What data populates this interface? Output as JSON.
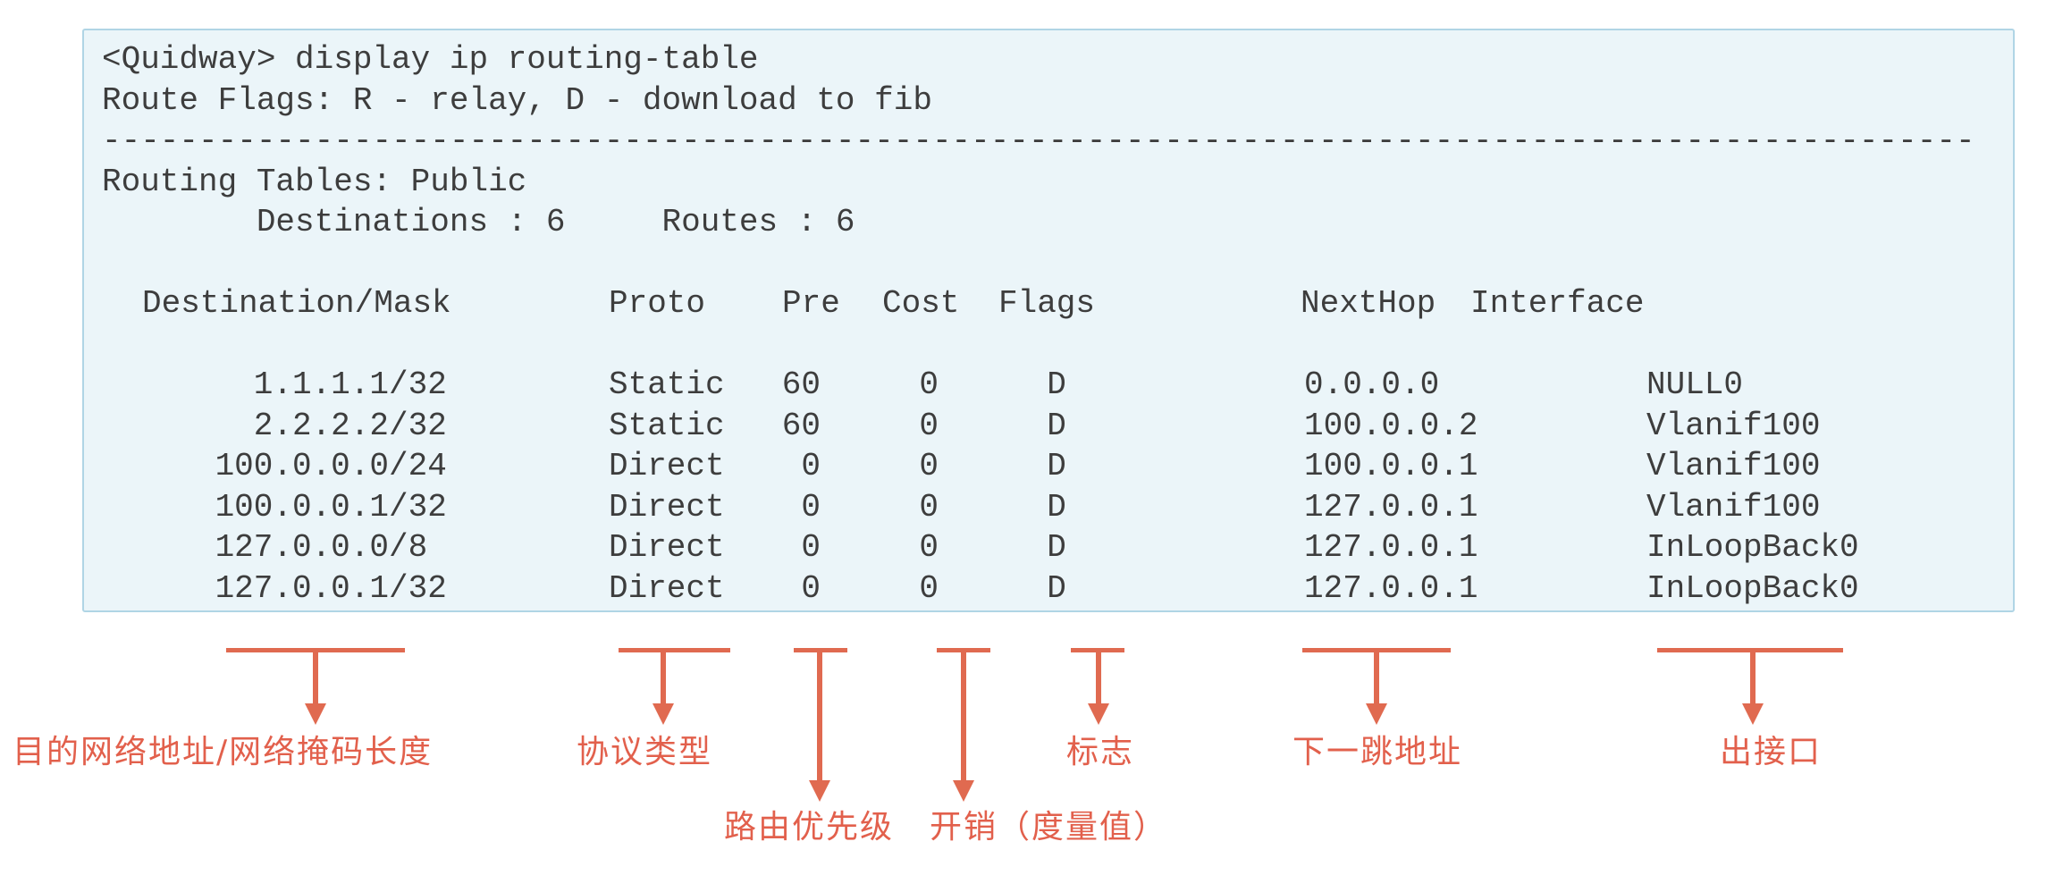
{
  "colors": {
    "panel_background": "#ebf5f9",
    "panel_border": "#b0d5e5",
    "terminal_text": "#3d3d3d",
    "callout_arrow": "#e06a50",
    "callout_label": "#e2604c"
  },
  "terminal": {
    "prompt_line": "<Quidway> display ip routing-table",
    "route_flags_line": "Route Flags: R - relay, D - download to fib",
    "separator_line": "-------------------------------------------------------------------------------------------------",
    "routing_tables_line": "Routing Tables: Public",
    "summary_line": "        Destinations : 6     Routes : 6",
    "columns": {
      "destination_mask": "Destination/Mask",
      "proto": "Proto",
      "pre": "Pre",
      "cost": "Cost",
      "flags": "Flags",
      "nexthop": "NextHop",
      "interface": "Interface"
    },
    "routes": [
      {
        "network": "1.1.1.1",
        "mask": "/32",
        "proto": "Static",
        "pre": "60",
        "cost": "0",
        "flags": "D",
        "nexthop": "0.0.0.0",
        "interface": "NULL0"
      },
      {
        "network": "2.2.2.2",
        "mask": "/32",
        "proto": "Static",
        "pre": "60",
        "cost": "0",
        "flags": "D",
        "nexthop": "100.0.0.2",
        "interface": "Vlanif100"
      },
      {
        "network": "100.0.0.0",
        "mask": "/24",
        "proto": "Direct",
        "pre": "0",
        "cost": "0",
        "flags": "D",
        "nexthop": "100.0.0.1",
        "interface": "Vlanif100"
      },
      {
        "network": "100.0.0.1",
        "mask": "/32",
        "proto": "Direct",
        "pre": "0",
        "cost": "0",
        "flags": "D",
        "nexthop": "127.0.0.1",
        "interface": "Vlanif100"
      },
      {
        "network": "127.0.0.0",
        "mask": "/8",
        "proto": "Direct",
        "pre": "0",
        "cost": "0",
        "flags": "D",
        "nexthop": "127.0.0.1",
        "interface": "InLoopBack0"
      },
      {
        "network": "127.0.0.1",
        "mask": "/32",
        "proto": "Direct",
        "pre": "0",
        "cost": "0",
        "flags": "D",
        "nexthop": "127.0.0.1",
        "interface": "InLoopBack0"
      }
    ]
  },
  "annotations": {
    "destination": {
      "label": "目的网络地址/网络掩码长度"
    },
    "proto": {
      "label": "协议类型"
    },
    "pre": {
      "label": "路由优先级"
    },
    "cost": {
      "label": "开销（度量值）"
    },
    "flags": {
      "label": "标志"
    },
    "nexthop": {
      "label": "下一跳地址"
    },
    "interface": {
      "label": "出接口"
    }
  }
}
